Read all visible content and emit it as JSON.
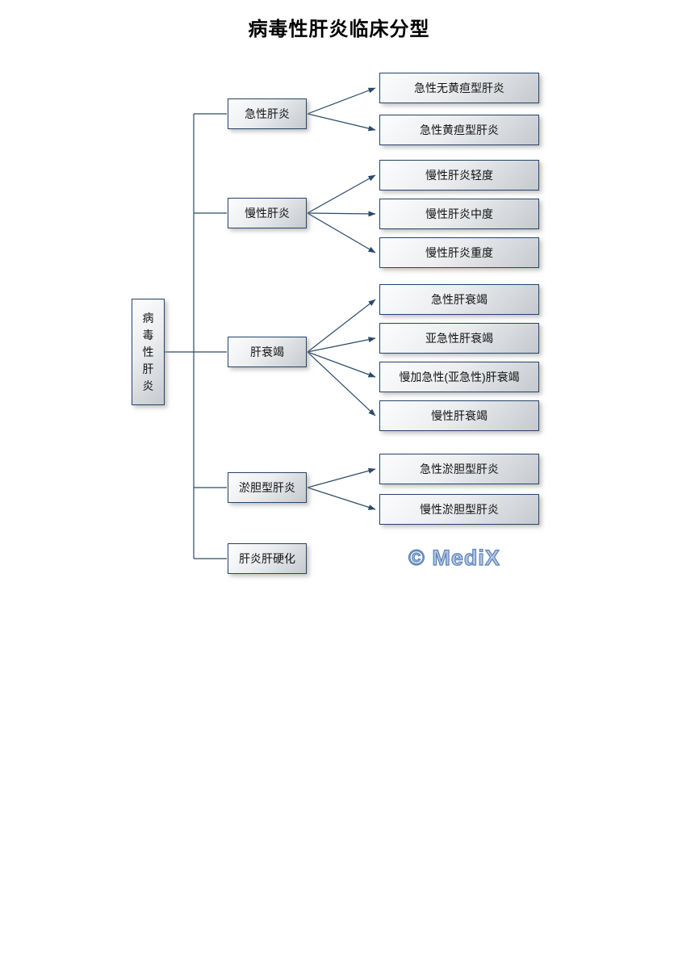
{
  "title": "病毒性肝炎临床分型",
  "diagram": {
    "root": {
      "label": "病毒性肝炎"
    },
    "branches": [
      {
        "label": "急性肝炎",
        "children": [
          "急性无黄疸型肝炎",
          "急性黄疸型肝炎"
        ]
      },
      {
        "label": "慢性肝炎",
        "children": [
          "慢性肝炎轻度",
          "慢性肝炎中度",
          "慢性肝炎重度"
        ]
      },
      {
        "label": "肝衰竭",
        "children": [
          "急性肝衰竭",
          "亚急性肝衰竭",
          "慢加急性(亚急性)肝衰竭",
          "慢性肝衰竭"
        ]
      },
      {
        "label": "淤胆型肝炎",
        "children": [
          "急性淤胆型肝炎",
          "慢性淤胆型肝炎"
        ]
      },
      {
        "label": "肝炎肝硬化",
        "children": []
      }
    ]
  },
  "watermark": {
    "text": "© MediX"
  },
  "colors": {
    "box_border": "#24466b",
    "connector_line": "#2b4a68",
    "watermark_fill": "#b3c6e7",
    "watermark_outline": "#5b82b5"
  }
}
